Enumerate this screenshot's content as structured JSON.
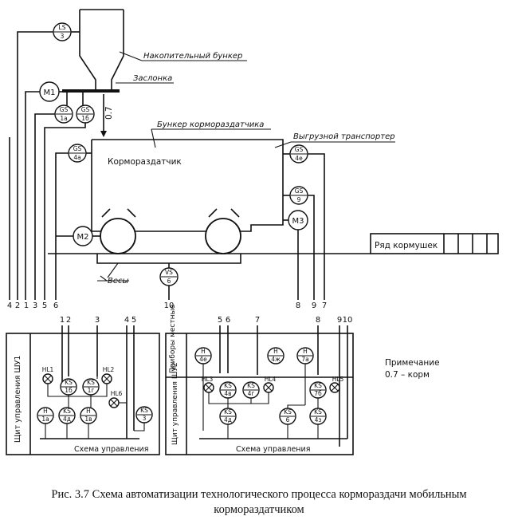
{
  "labels": {
    "hopper": "Накопительный бункер",
    "gate": "Заслонка",
    "feeder_hopper": "Бункер кормораздатчика",
    "unloading_conveyor": "Выгрузной транспортер",
    "feeder": "Кормораздатчик",
    "scales": "Весы",
    "feeding_row": "Ряд кормушек",
    "flow_label": "0.7"
  },
  "instruments": {
    "ls3": [
      "LS",
      "3"
    ],
    "m1": [
      "M1"
    ],
    "gs1a": [
      "GS",
      "1а"
    ],
    "gs1b": [
      "GS",
      "1б"
    ],
    "gs4a": [
      "GS",
      "4а"
    ],
    "m2": [
      "M2"
    ],
    "vs6": [
      "VS",
      "6"
    ],
    "gs4e": [
      "GS",
      "4е"
    ],
    "gs9": [
      "GS",
      "9"
    ],
    "m3": [
      "M3"
    ]
  },
  "wire_numbers_top": [
    "4",
    "2",
    "1",
    "3",
    "5",
    "6",
    "10",
    "8",
    "9",
    "7"
  ],
  "panel1": {
    "side_title": "Щит управления ШУ1",
    "wire_numbers": [
      "1",
      "2",
      "3",
      "4",
      "5"
    ],
    "lamps": [
      "HL1",
      "HL2",
      "HL6"
    ],
    "devices": [
      [
        "KS",
        "1б"
      ],
      [
        "KS",
        "1г"
      ],
      [
        "H",
        "1а"
      ],
      [
        "KS",
        "4д"
      ],
      [
        "H",
        "1в"
      ],
      [
        "KS",
        "3"
      ]
    ],
    "scheme_label": "Схема управления"
  },
  "panel2": {
    "local_title": "Приборы местные",
    "side_title": "Щит управления ШУ2",
    "wire_numbers": [
      "5",
      "6",
      "7",
      "8",
      "9",
      "10"
    ],
    "lamps": [
      "HL3",
      "HL4",
      "HL5"
    ],
    "devices": [
      [
        "H",
        "4е"
      ],
      [
        "H",
        "4ж"
      ],
      [
        "H",
        "7а"
      ],
      [
        "KS",
        "4в"
      ],
      [
        "KS",
        "4г"
      ],
      [
        "KS",
        "7б"
      ],
      [
        "KS",
        "4д"
      ],
      [
        "KS",
        "6"
      ],
      [
        "KS",
        "4з"
      ]
    ],
    "scheme_label": "Схема управления"
  },
  "note": {
    "title": "Примечание",
    "text": "0.7 – корм"
  },
  "caption": {
    "line1": "Рис. 3.7 Схема автоматизации технологического процесса кормораздачи мобильным",
    "line2": "кормораздатчиком"
  }
}
